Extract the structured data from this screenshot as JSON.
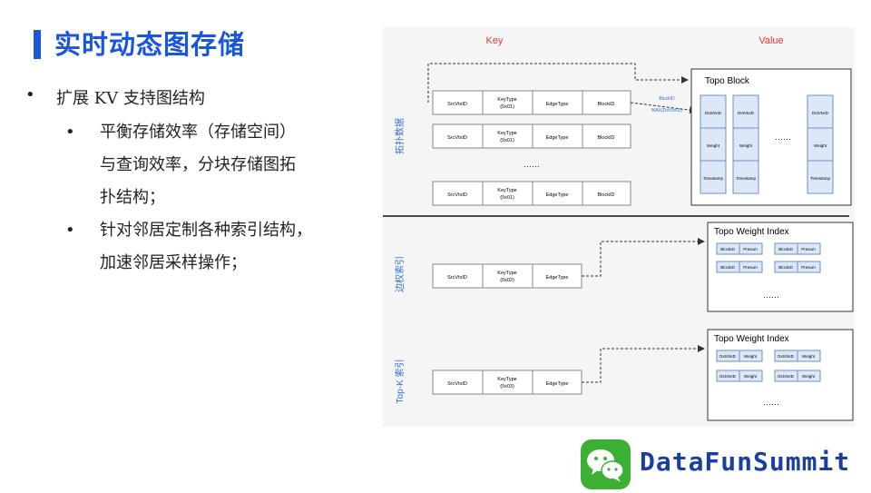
{
  "title": "实时动态图存储",
  "bullets": {
    "main": "扩展 KV 支持图结构",
    "sub1": [
      "平衡存储效率（存储空间）",
      "与查询效率，分块存储图拓",
      "扑结构；"
    ],
    "sub2": [
      "针对邻居定制各种索引结构，",
      "加速邻居采样操作；"
    ],
    "bullet_dot": "•"
  },
  "diagram": {
    "key_label": "Key",
    "value_label": "Value",
    "section_topo": "拓扑数据",
    "section_edge": "边权索引",
    "section_topk": "Top-K 索引",
    "topo_rows": [
      {
        "c1": "SrcVtxID",
        "c2a": "KeyType",
        "c2b": "(0x01)",
        "c3": "EdgeType",
        "c4": "BlockID"
      },
      {
        "c1": "SrcVtxID",
        "c2a": "KeyType",
        "c2b": "(0x01)",
        "c3": "EdgeType",
        "c4": "BlockID"
      },
      {
        "c1": "SrcVtxID",
        "c2a": "KeyType",
        "c2b": "(0x01)",
        "c3": "EdgeType",
        "c4": "BlockID"
      }
    ],
    "ellipsis": "……",
    "topo_block_title": "Topo Block",
    "blockid_note_1": "BlockID",
    "blockid_note_2": "MAX(DstVtxID)",
    "topo_cols": [
      "DstVtxID",
      "DstVtxID",
      "DstVtxID"
    ],
    "topo_weight": "Weight",
    "topo_timestamp": "Timestamp",
    "edge_row": {
      "c1": "SrcVtxID",
      "c2a": "KeyType",
      "c2b": "(0x02)",
      "c3": "EdgeType"
    },
    "edge_index_title": "Topo Weight Index",
    "edge_index_cells": [
      "BlockID",
      "Presum",
      "BlockID",
      "Presum"
    ],
    "topk_row": {
      "c1": "SrcVtxID",
      "c2a": "KeyType",
      "c2b": "(0x03)",
      "c3": "EdgeType"
    },
    "topk_index_title": "Topo Weight Index",
    "topk_index_cells": [
      "DstVtxID",
      "Weight",
      "DstVtxID",
      "Weight"
    ]
  },
  "brand": "DataFunSummit",
  "colors": {
    "accent": "#1a56db",
    "key_red": "#e03a3a",
    "cell_blue": "#dce8f8",
    "side_blue": "#2f6fd6",
    "logo_green": "#3cb034"
  }
}
